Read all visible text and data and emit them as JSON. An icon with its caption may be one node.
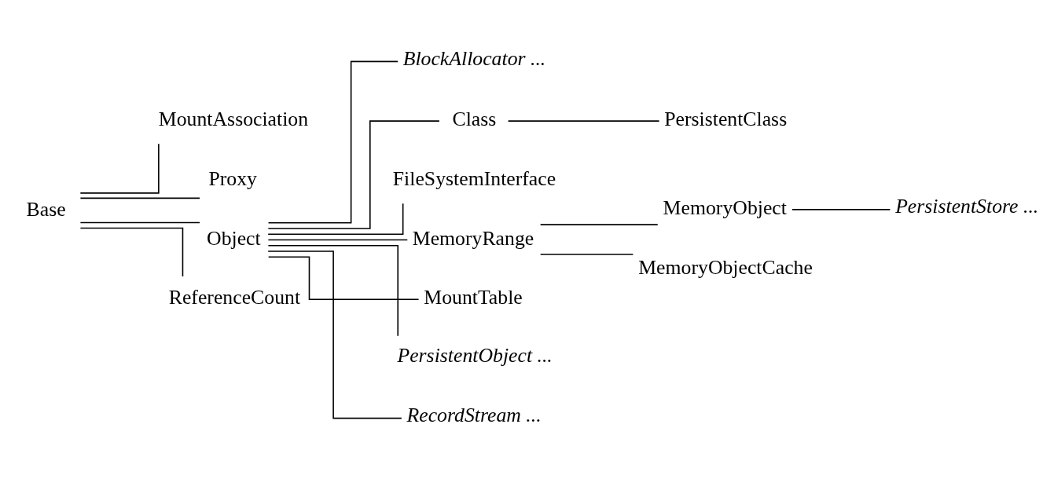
{
  "diagram": {
    "nodes": [
      {
        "text": [
          "Base"
        ]
      },
      {
        "text": [
          "MountAssociation"
        ]
      },
      {
        "text": [
          "Proxy"
        ]
      },
      {
        "text": [
          "Object"
        ]
      },
      {
        "text": [
          "ReferenceCount"
        ]
      },
      {
        "text": [
          "BlockAllocator ..."
        ]
      },
      {
        "text": [
          "Class"
        ]
      },
      {
        "text": [
          "FileSystemInterface"
        ]
      },
      {
        "text": [
          "MemoryRange"
        ]
      },
      {
        "text": [
          "MountTable"
        ]
      },
      {
        "text": [
          "PersistentObject ..."
        ]
      },
      {
        "text": [
          "RecordStream ..."
        ]
      },
      {
        "text": [
          "PersistentClass"
        ]
      },
      {
        "text": [
          "MemoryObject"
        ]
      },
      {
        "text": [
          "MemoryObjectCache"
        ]
      },
      {
        "text": [
          "PersistentStore ..."
        ]
      }
    ],
    "edges": [
      {
        "from": 0,
        "to": 1,
        "arrow": "none"
      },
      {
        "from": 0,
        "to": 2,
        "arrow": "none"
      },
      {
        "from": 0,
        "to": 3,
        "arrow": "none"
      },
      {
        "from": 0,
        "to": 4,
        "arrow": "none"
      },
      {
        "from": 3,
        "to": 5,
        "arrow": "none"
      },
      {
        "from": 3,
        "to": 6,
        "arrow": "none"
      },
      {
        "from": 3,
        "to": 7,
        "arrow": "none"
      },
      {
        "from": 3,
        "to": 8,
        "arrow": "none"
      },
      {
        "from": 3,
        "to": 9,
        "arrow": "none"
      },
      {
        "from": 3,
        "to": 10,
        "arrow": "none"
      },
      {
        "from": 3,
        "to": 11,
        "arrow": "none"
      },
      {
        "from": 6,
        "to": 12,
        "arrow": "none"
      },
      {
        "from": 8,
        "to": 13,
        "arrow": "none"
      },
      {
        "from": 8,
        "to": 14,
        "arrow": "none"
      },
      {
        "from": 13,
        "to": 15,
        "arrow": "none"
      }
    ]
  }
}
